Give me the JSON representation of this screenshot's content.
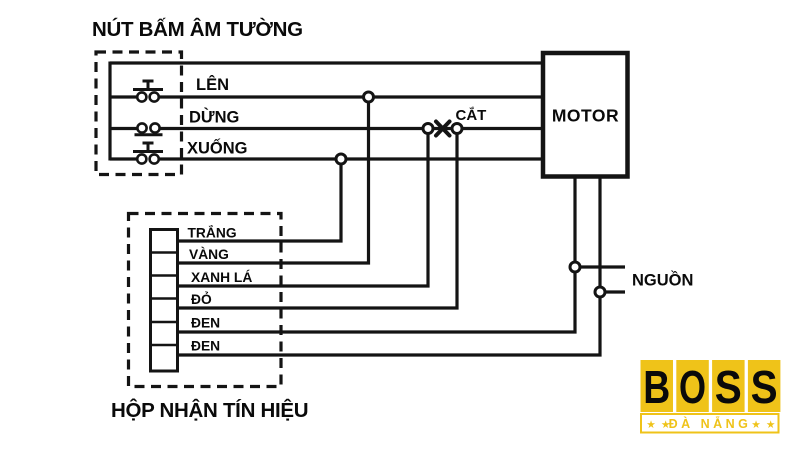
{
  "colors": {
    "line": "#141414",
    "text": "#0a0a0a",
    "logo_yellow": "#EFC319",
    "background": "#ffffff"
  },
  "wall_panel": {
    "title": "NÚT BẤM ÂM TƯỜNG",
    "buttons": [
      {
        "label": "LÊN"
      },
      {
        "label": "DỪNG"
      },
      {
        "label": "XUỐNG"
      }
    ]
  },
  "cut": {
    "label": "CẮT"
  },
  "motor": {
    "label": "MOTOR"
  },
  "power": {
    "label": "NGUỒN"
  },
  "signal_box": {
    "title": "HỘP NHẬN TÍN HIỆU",
    "wires": [
      "TRẮNG",
      "VÀNG",
      "XANH LÁ",
      "ĐỎ",
      "ĐEN",
      "ĐEN"
    ]
  },
  "logo": {
    "letters": [
      "B",
      "O",
      "S",
      "S"
    ],
    "stars": "★ ★",
    "subtitle": "ĐÀ NẴNG"
  }
}
